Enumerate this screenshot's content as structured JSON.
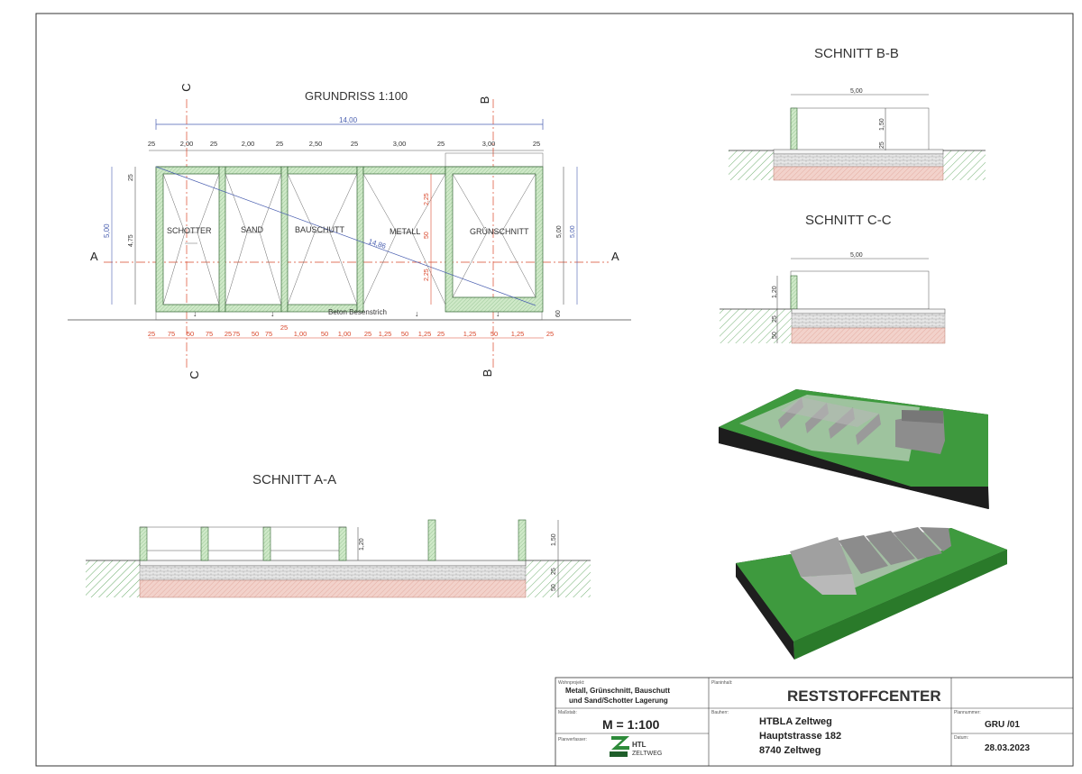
{
  "plan": {
    "title": "GRUNDRISS  1:100",
    "overall_length": "14,00",
    "diagonal": "14,86",
    "depth_outer": "5,00",
    "depth_inner": "4,75",
    "depth_top": "25",
    "depth_right": "5,00",
    "bottom_offset": "60",
    "paving_label": "Beton Besenstrich",
    "bays": [
      "SCHOTTER",
      "SAND",
      "BAUSCHUTT",
      "METALL",
      "GRÜNSCHNITT"
    ],
    "top_dims": [
      "25",
      "2,00",
      "25",
      "2,00",
      "25",
      "2,50",
      "25",
      "3,00",
      "25",
      "3,00",
      "25"
    ],
    "bottom_dims": [
      "25",
      "75",
      "50",
      "75",
      "25",
      "75",
      "50",
      "75",
      "25",
      "1,00",
      "50",
      "1,00",
      "25",
      "1,25",
      "50",
      "1,25",
      "25",
      "1,25",
      "50",
      "1,25",
      "25"
    ],
    "metall_dims": [
      "2,25",
      "50",
      "2,25"
    ],
    "section_marks": {
      "a": "A",
      "b": "B",
      "c": "C"
    }
  },
  "section_aa": {
    "title": "SCHNITT A-A",
    "dim_wall_1": "1,20",
    "dim_wall_2": "1,50",
    "dim_base_1": "50",
    "dim_base_2": "25"
  },
  "section_bb": {
    "title": "SCHNITT B-B",
    "dim_width": "5,00",
    "dim_height": "1,50",
    "dim_base": "25"
  },
  "section_cc": {
    "title": "SCHNITT C-C",
    "dim_width": "5,00",
    "dim_height": "1,20",
    "dim_base_1": "50",
    "dim_base_2": "25"
  },
  "title_block": {
    "project_label": "Wohnprojekt:",
    "project_text": [
      "Metall, Grünschnitt, Bauschutt",
      "und Sand/Schotter Lagerung"
    ],
    "content_label": "Planinhalt:",
    "content_text": "RESTSTOFFCENTER",
    "scale_label": "Maßstab:",
    "scale_text": "M = 1:100",
    "client_label": "Bauherr:",
    "client_text": [
      "HTBLA Zeltweg",
      "Hauptstrasse 182",
      "8740 Zeltweg"
    ],
    "author_label": "Planverfasser:",
    "logo_text_1": "HTL",
    "logo_text_2": "ZELTWEG",
    "plannumber_label": "Plannummer:",
    "plannumber_text": "GRU /01",
    "date_label": "Datum:",
    "date_text": "28.03.2023"
  },
  "colors": {
    "dim_red": "#d9472b",
    "dim_blue": "#4a5fb0",
    "wall_green": "#c9e6c4",
    "grass": "#3e9a3e",
    "asphalt": "#2a2a2a",
    "gravel": "#d8d8d8",
    "soil": "#e8b8ad"
  }
}
